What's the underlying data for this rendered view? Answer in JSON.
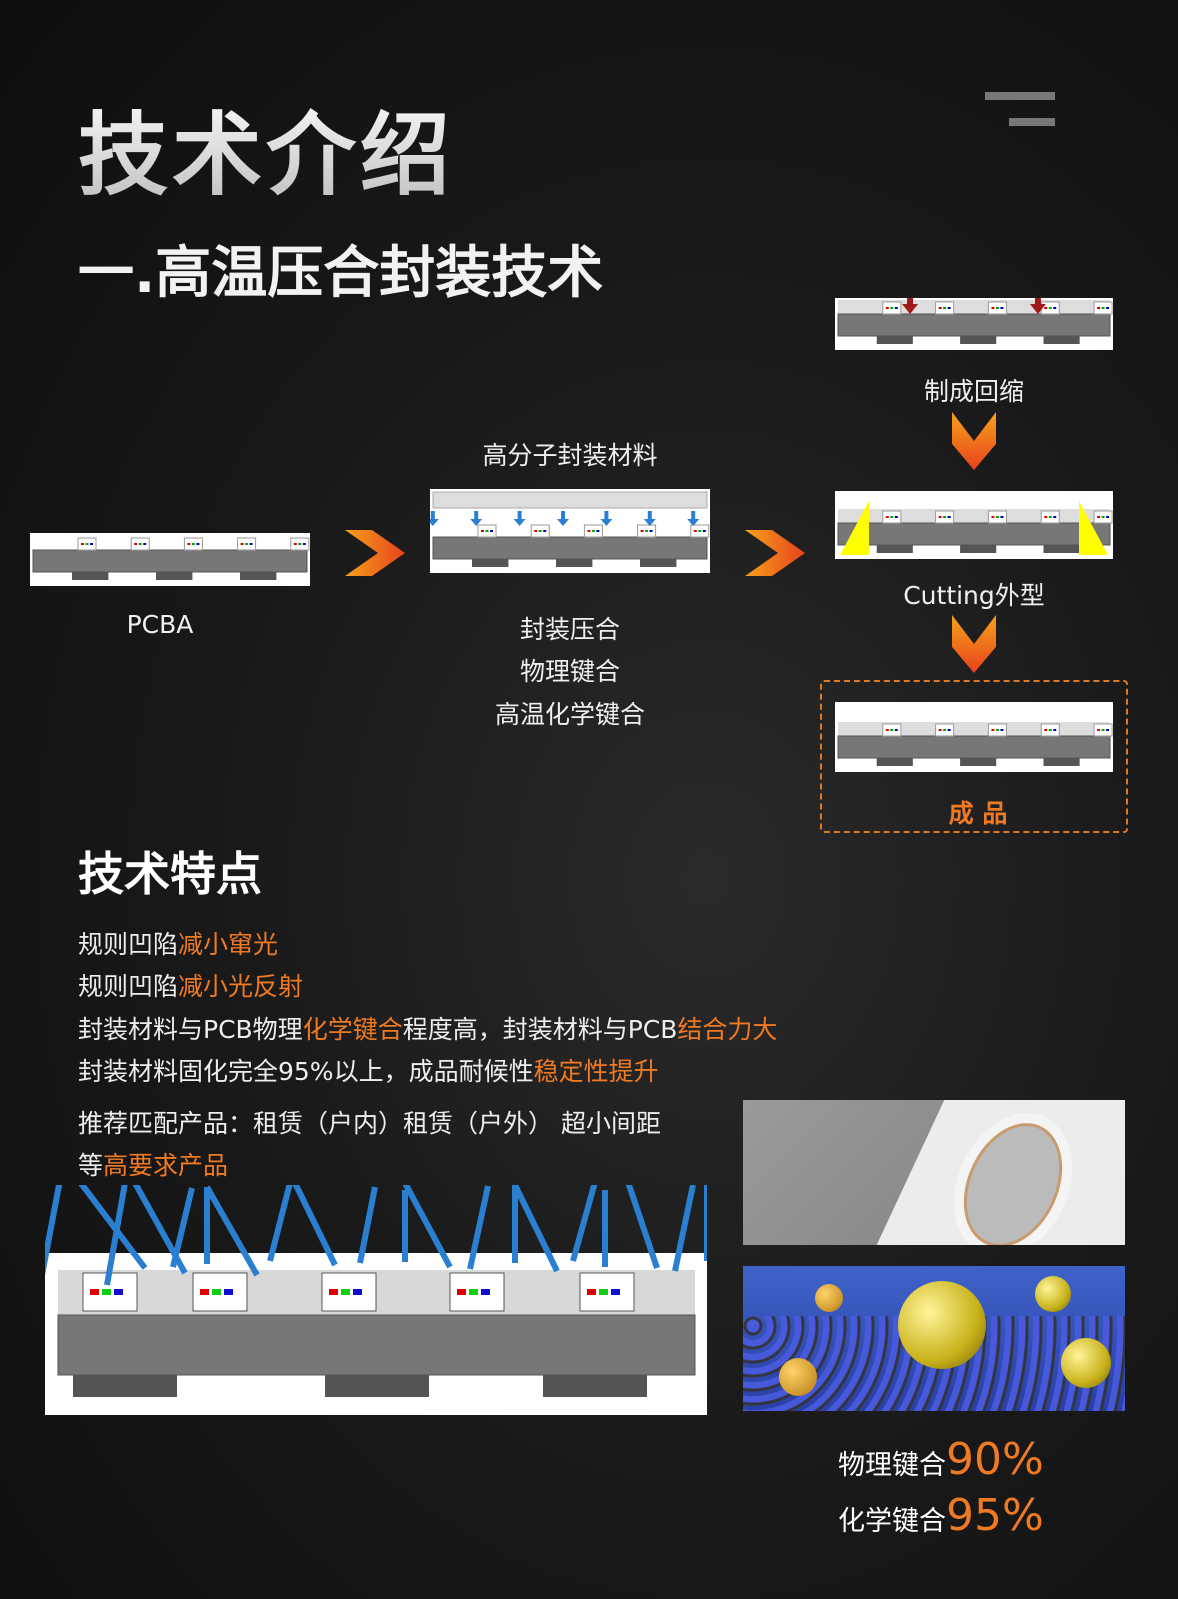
{
  "header": {
    "title": "技术介绍",
    "subtitle": "一.高温压合封装技术",
    "menu_icon": "menu-icon"
  },
  "process": {
    "pcba_label": "PCBA",
    "material_label": "高分子封装材料",
    "press_lines": [
      "封装压合",
      "物理键合",
      "高温化学键合"
    ],
    "shrink_label": "制成回缩",
    "cutting_label": "Cutting外型",
    "final_label": "成 品"
  },
  "features": {
    "title": "技术特点",
    "items": [
      {
        "text": "规则凹陷",
        "highlight": "减小窜光",
        "rest": "",
        "highlight2": ""
      },
      {
        "text": "规则凹陷",
        "highlight": "减小光反射",
        "rest": "",
        "highlight2": ""
      },
      {
        "text": "封装材料与PCB物理",
        "highlight": "化学键合",
        "rest": "程度高，封装材料与PCB",
        "highlight2": "结合力大"
      },
      {
        "text": "封装材料固化完全95%以上，成品耐候性",
        "highlight": "稳定性提升",
        "rest": "",
        "highlight2": ""
      }
    ],
    "recommend": "推荐匹配产品：租赁（户内）租赁（户外） 超小间距",
    "recommend2": "等",
    "recommend_highlight": "高要求产品"
  },
  "stats": [
    {
      "label": "物理键合",
      "value": "90%"
    },
    {
      "label": "化学键合",
      "value": "95%"
    }
  ],
  "colors": {
    "accent": "#f07a22",
    "arrow_blue": "#2a7fd0"
  }
}
